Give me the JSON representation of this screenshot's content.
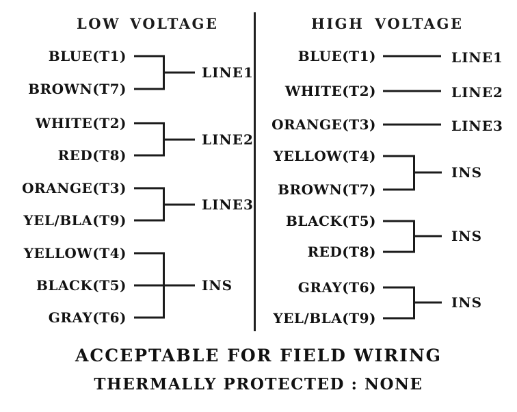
{
  "diagram": {
    "background_color": "#ffffff",
    "ink_color": "#1b1b1b",
    "panels": [
      {
        "id": "low-voltage",
        "heading": "LOW  VOLTAGE",
        "heading_word1": "LOW",
        "heading_word2": "VOLTAGE",
        "terminals": [
          {
            "label": "BLUE(T1)",
            "color": "BLUE",
            "terminal": "T1"
          },
          {
            "label": "BROWN(T7)",
            "color": "BROWN",
            "terminal": "T7"
          },
          {
            "label": "WHITE(T2)",
            "color": "WHITE",
            "terminal": "T2"
          },
          {
            "label": "RED(T8)",
            "color": "RED",
            "terminal": "T8"
          },
          {
            "label": "ORANGE(T3)",
            "color": "ORANGE",
            "terminal": "T3"
          },
          {
            "label": "YEL/BLA(T9)",
            "color": "YEL/BLA",
            "terminal": "T9"
          },
          {
            "label": "YELLOW(T4)",
            "color": "YELLOW",
            "terminal": "T4"
          },
          {
            "label": "BLACK(T5)",
            "color": "BLACK",
            "terminal": "T5"
          },
          {
            "label": "GRAY(T6)",
            "color": "GRAY",
            "terminal": "T6"
          }
        ],
        "groups": [
          {
            "output": "LINE1",
            "members": [
              "BLUE(T1)",
              "BROWN(T7)"
            ],
            "style": "bracket"
          },
          {
            "output": "LINE2",
            "members": [
              "WHITE(T2)",
              "RED(T8)"
            ],
            "style": "bracket"
          },
          {
            "output": "LINE3",
            "members": [
              "ORANGE(T3)",
              "YEL/BLA(T9)"
            ],
            "style": "bracket"
          },
          {
            "output": "INS",
            "members": [
              "YELLOW(T4)",
              "BLACK(T5)",
              "GRAY(T6)"
            ],
            "style": "bracket"
          }
        ]
      },
      {
        "id": "high-voltage",
        "heading": "HIGH  VOLTAGE",
        "heading_word1": "HIGH",
        "heading_word2": "VOLTAGE",
        "terminals": [
          {
            "label": "BLUE(T1)",
            "color": "BLUE",
            "terminal": "T1"
          },
          {
            "label": "WHITE(T2)",
            "color": "WHITE",
            "terminal": "T2"
          },
          {
            "label": "ORANGE(T3)",
            "color": "ORANGE",
            "terminal": "T3"
          },
          {
            "label": "YELLOW(T4)",
            "color": "YELLOW",
            "terminal": "T4"
          },
          {
            "label": "BROWN(T7)",
            "color": "BROWN",
            "terminal": "T7"
          },
          {
            "label": "BLACK(T5)",
            "color": "BLACK",
            "terminal": "T5"
          },
          {
            "label": "RED(T8)",
            "color": "RED",
            "terminal": "T8"
          },
          {
            "label": "GRAY(T6)",
            "color": "GRAY",
            "terminal": "T6"
          },
          {
            "label": "YEL/BLA(T9)",
            "color": "YEL/BLA",
            "terminal": "T9"
          }
        ],
        "groups": [
          {
            "output": "LINE1",
            "members": [
              "BLUE(T1)"
            ],
            "style": "direct"
          },
          {
            "output": "LINE2",
            "members": [
              "WHITE(T2)"
            ],
            "style": "direct"
          },
          {
            "output": "LINE3",
            "members": [
              "ORANGE(T3)"
            ],
            "style": "direct"
          },
          {
            "output": "INS",
            "members": [
              "YELLOW(T4)",
              "BROWN(T7)"
            ],
            "style": "bracket"
          },
          {
            "output": "INS",
            "members": [
              "BLACK(T5)",
              "RED(T8)"
            ],
            "style": "bracket"
          },
          {
            "output": "INS",
            "members": [
              "GRAY(T6)",
              "YEL/BLA(T9)"
            ],
            "style": "bracket"
          }
        ]
      }
    ],
    "footer": {
      "line1": "ACCEPTABLE FOR FIELD WIRING",
      "line2": "THERMALLY PROTECTED : NONE"
    }
  }
}
